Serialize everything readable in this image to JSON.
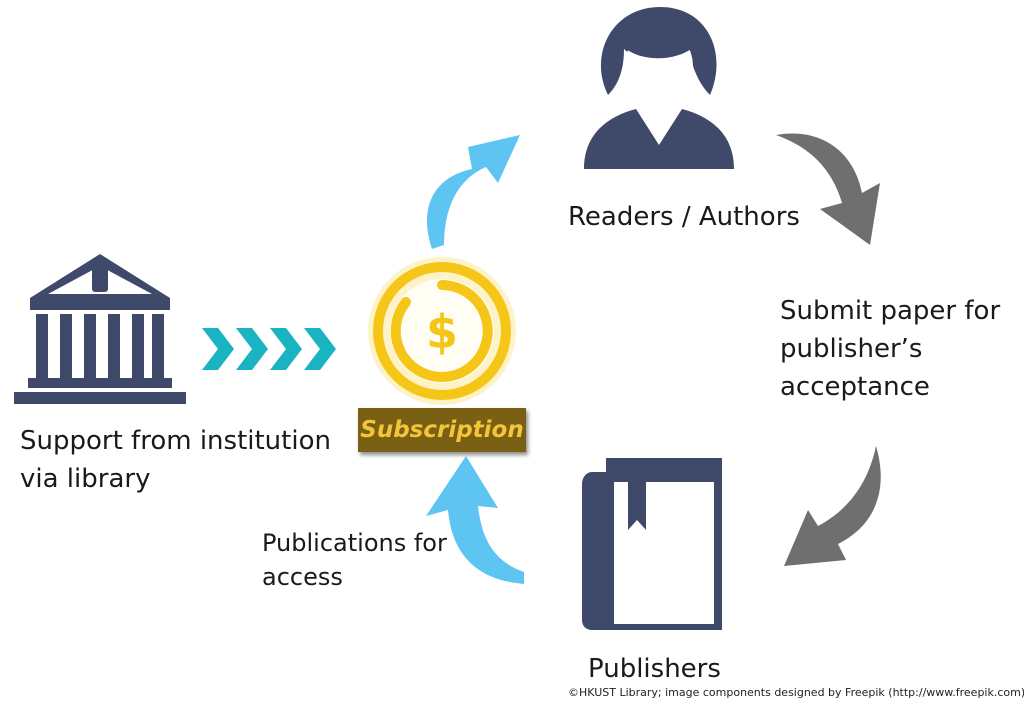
{
  "nodes": {
    "institution": {
      "label": "Support from institution\nvia library",
      "icon": "bank-building-icon"
    },
    "subscription": {
      "label": "Subscription",
      "icon": "dollar-coin-icon"
    },
    "readers": {
      "label": "Readers / Authors",
      "icon": "person-icon"
    },
    "submit": {
      "label": "Submit paper for\npublisher’s\nacceptance"
    },
    "publishers": {
      "label": "Publishers",
      "icon": "book-icon"
    },
    "publications": {
      "label": "Publications for\naccess"
    }
  },
  "credit": "©HKUST Library; image components designed by Freepik (http://www.freepik.com)",
  "colors": {
    "icon_navy": "#3f4a6b",
    "coin_gold": "#f5c518",
    "subscription_bg": "#7a6012",
    "chevron_teal": "#19b3c1",
    "arrow_blue": "#5ec5f2",
    "arrow_gray": "#6f6f6f"
  }
}
